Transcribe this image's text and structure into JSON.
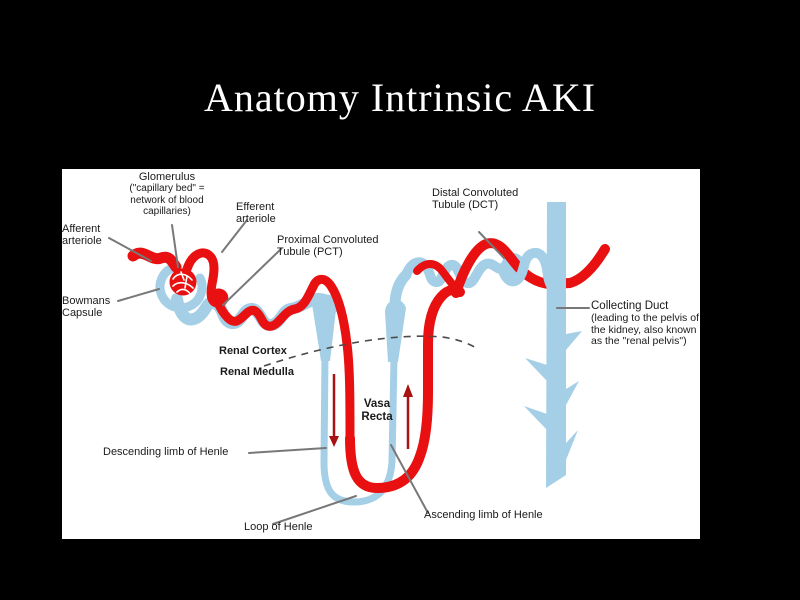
{
  "slide": {
    "title": "Anatomy Intrinsic AKI"
  },
  "diagram": {
    "labels": {
      "glomerulus_main": "Glomerulus",
      "glomerulus_sub": "(\"capillary bed\" = network of blood capillaries)",
      "afferent": "Afferent arteriole",
      "efferent": "Efferent arteriole",
      "pct": "Proximal Convoluted Tubule (PCT)",
      "bowmans": "Bowmans Capsule",
      "dct": "Distal Convoluted Tubule (DCT)",
      "collecting_main": "Collecting Duct",
      "collecting_sub": "(leading to the pelvis of the kidney, also known as the \"renal pelvis\")",
      "renal_cortex": "Renal Cortex",
      "renal_medulla": "Renal Medulla",
      "vasa_recta": "Vasa Recta",
      "descending": "Descending limb of Henle",
      "loop": "Loop of Henle",
      "ascending": "Ascending limb of Henle"
    },
    "colors": {
      "vessel_red": "#e81010",
      "tubule_blue": "#a4cfe6",
      "arrow_dark_red": "#a81212",
      "leader_gray": "#787878",
      "dashed_line": "#4a4a4a",
      "slide_background": "#000000",
      "diagram_background": "#ffffff",
      "title_text": "#ffffff",
      "label_text": "#1a1a1a"
    }
  }
}
